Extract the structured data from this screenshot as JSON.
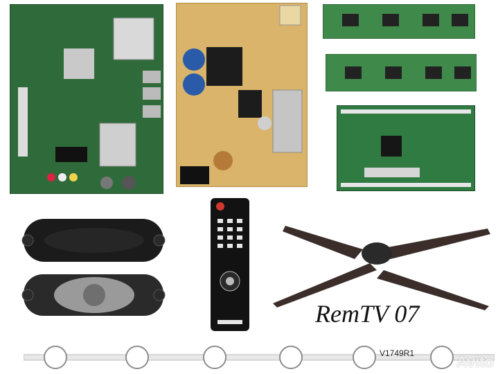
{
  "image": {
    "caption": "RemTV 07",
    "strip_label": "V1749R1",
    "watermark": "Avito",
    "colors": {
      "pcb_green": "#2f6b3a",
      "pcb_yellow": "#d9b46a",
      "remote_black": "#121212",
      "speaker_black": "#1b1b1b",
      "stand_dark": "#3b2e2a",
      "led_strip": "#e8e8e8"
    }
  }
}
